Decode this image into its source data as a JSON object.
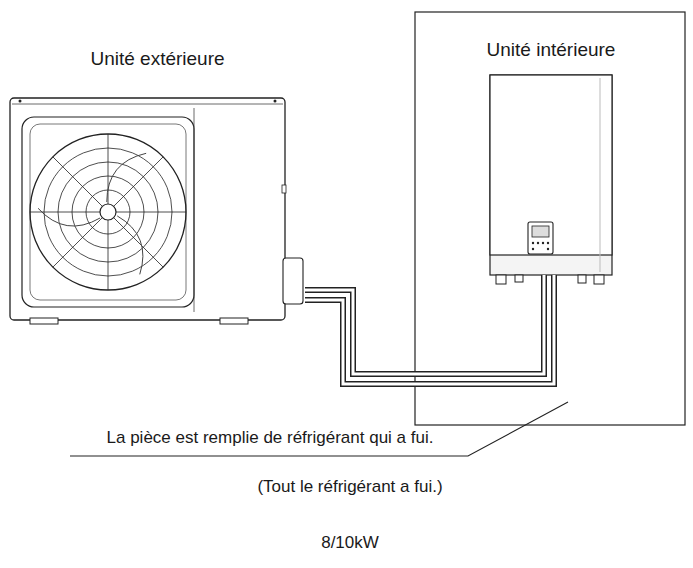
{
  "diagram": {
    "nodes": [
      {
        "text": [
          "Unité extérieure"
        ]
      },
      {
        "text": [
          "Unité intérieure"
        ]
      }
    ],
    "edges": [
      {
        "from": 0,
        "to": 1,
        "arrow": "none"
      }
    ],
    "labels": [
      "La pièce est remplie de réfrigérant qui a fui.",
      "(Tout le réfrigérant a fui.)",
      "8/10kW"
    ]
  }
}
